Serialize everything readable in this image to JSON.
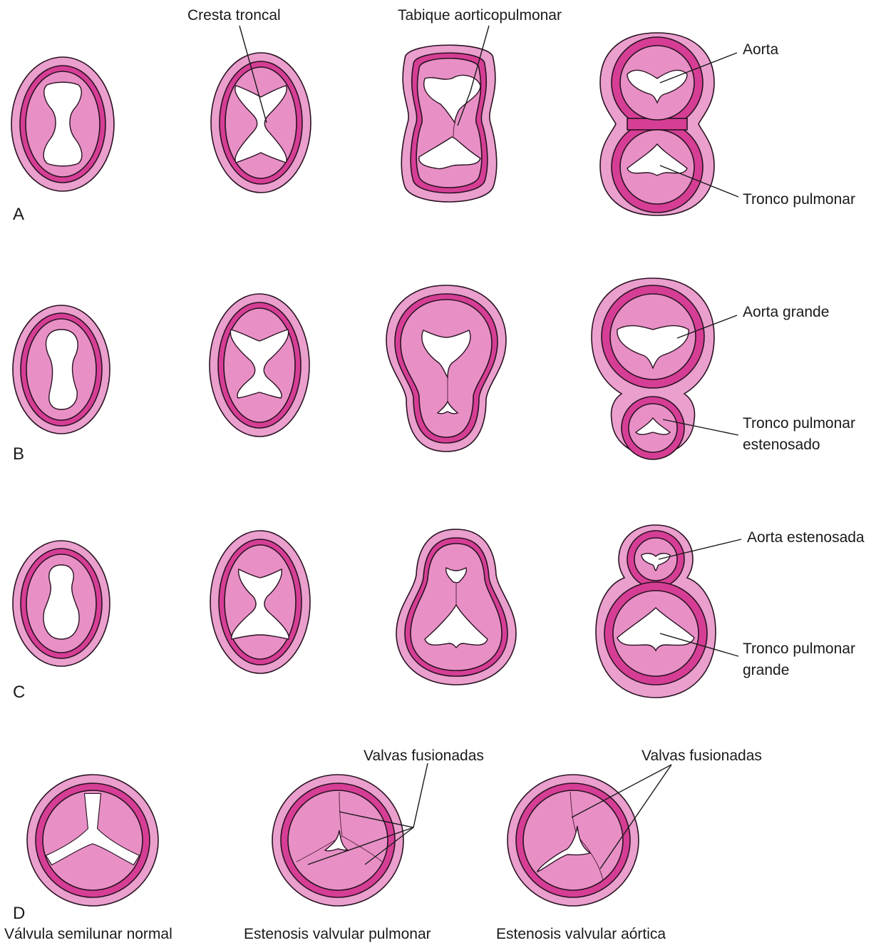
{
  "panels": {
    "a": "A",
    "b": "B",
    "c": "C",
    "d": "D"
  },
  "labels": {
    "cresta_troncal": "Cresta troncal",
    "tabique": "Tabique aorticopulmonar",
    "aorta": "Aorta",
    "tronco_pulmonar": "Tronco pulmonar",
    "aorta_grande": "Aorta grande",
    "tronco_estenosado_1": "Tronco pulmonar",
    "tronco_estenosado_2": "estenosado",
    "aorta_estenosada": "Aorta estenosada",
    "tronco_grande_1": "Tronco pulmonar",
    "tronco_grande_2": "grande",
    "valvas_fusionadas_1": "Valvas fusionadas",
    "valvas_fusionadas_2": "Valvas fusionadas"
  },
  "captions": {
    "normal": "Válvula semilunar normal",
    "pulmonar": "Estenosis valvular pulmonar",
    "aortica": "Estenosis valvular aórtica"
  }
}
